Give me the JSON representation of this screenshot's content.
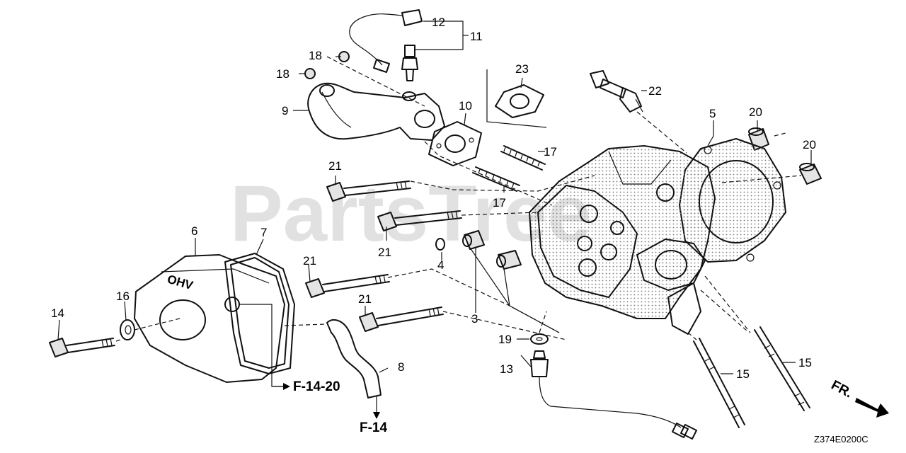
{
  "watermark": "PartsTree",
  "diagram_code": "Z374E0200C",
  "direction_label": "FR.",
  "ref_labels": {
    "f_14_20": "F-14-20",
    "f_14": "F-14"
  },
  "callouts": {
    "c3": "3",
    "c4": "4",
    "c5": "5",
    "c6": "6",
    "c7": "7",
    "c8": "8",
    "c9": "9",
    "c10": "10",
    "c11": "11",
    "c12": "12",
    "c13": "13",
    "c14": "14",
    "c15a": "15",
    "c15b": "15",
    "c16": "16",
    "c17a": "17",
    "c17b": "17",
    "c18a": "18",
    "c18b": "18",
    "c19": "19",
    "c20a": "20",
    "c20b": "20",
    "c21a": "21",
    "c21b": "21",
    "c21c": "21",
    "c21d": "21",
    "c22": "22",
    "c23": "23"
  },
  "cover_embossing": "OHV"
}
